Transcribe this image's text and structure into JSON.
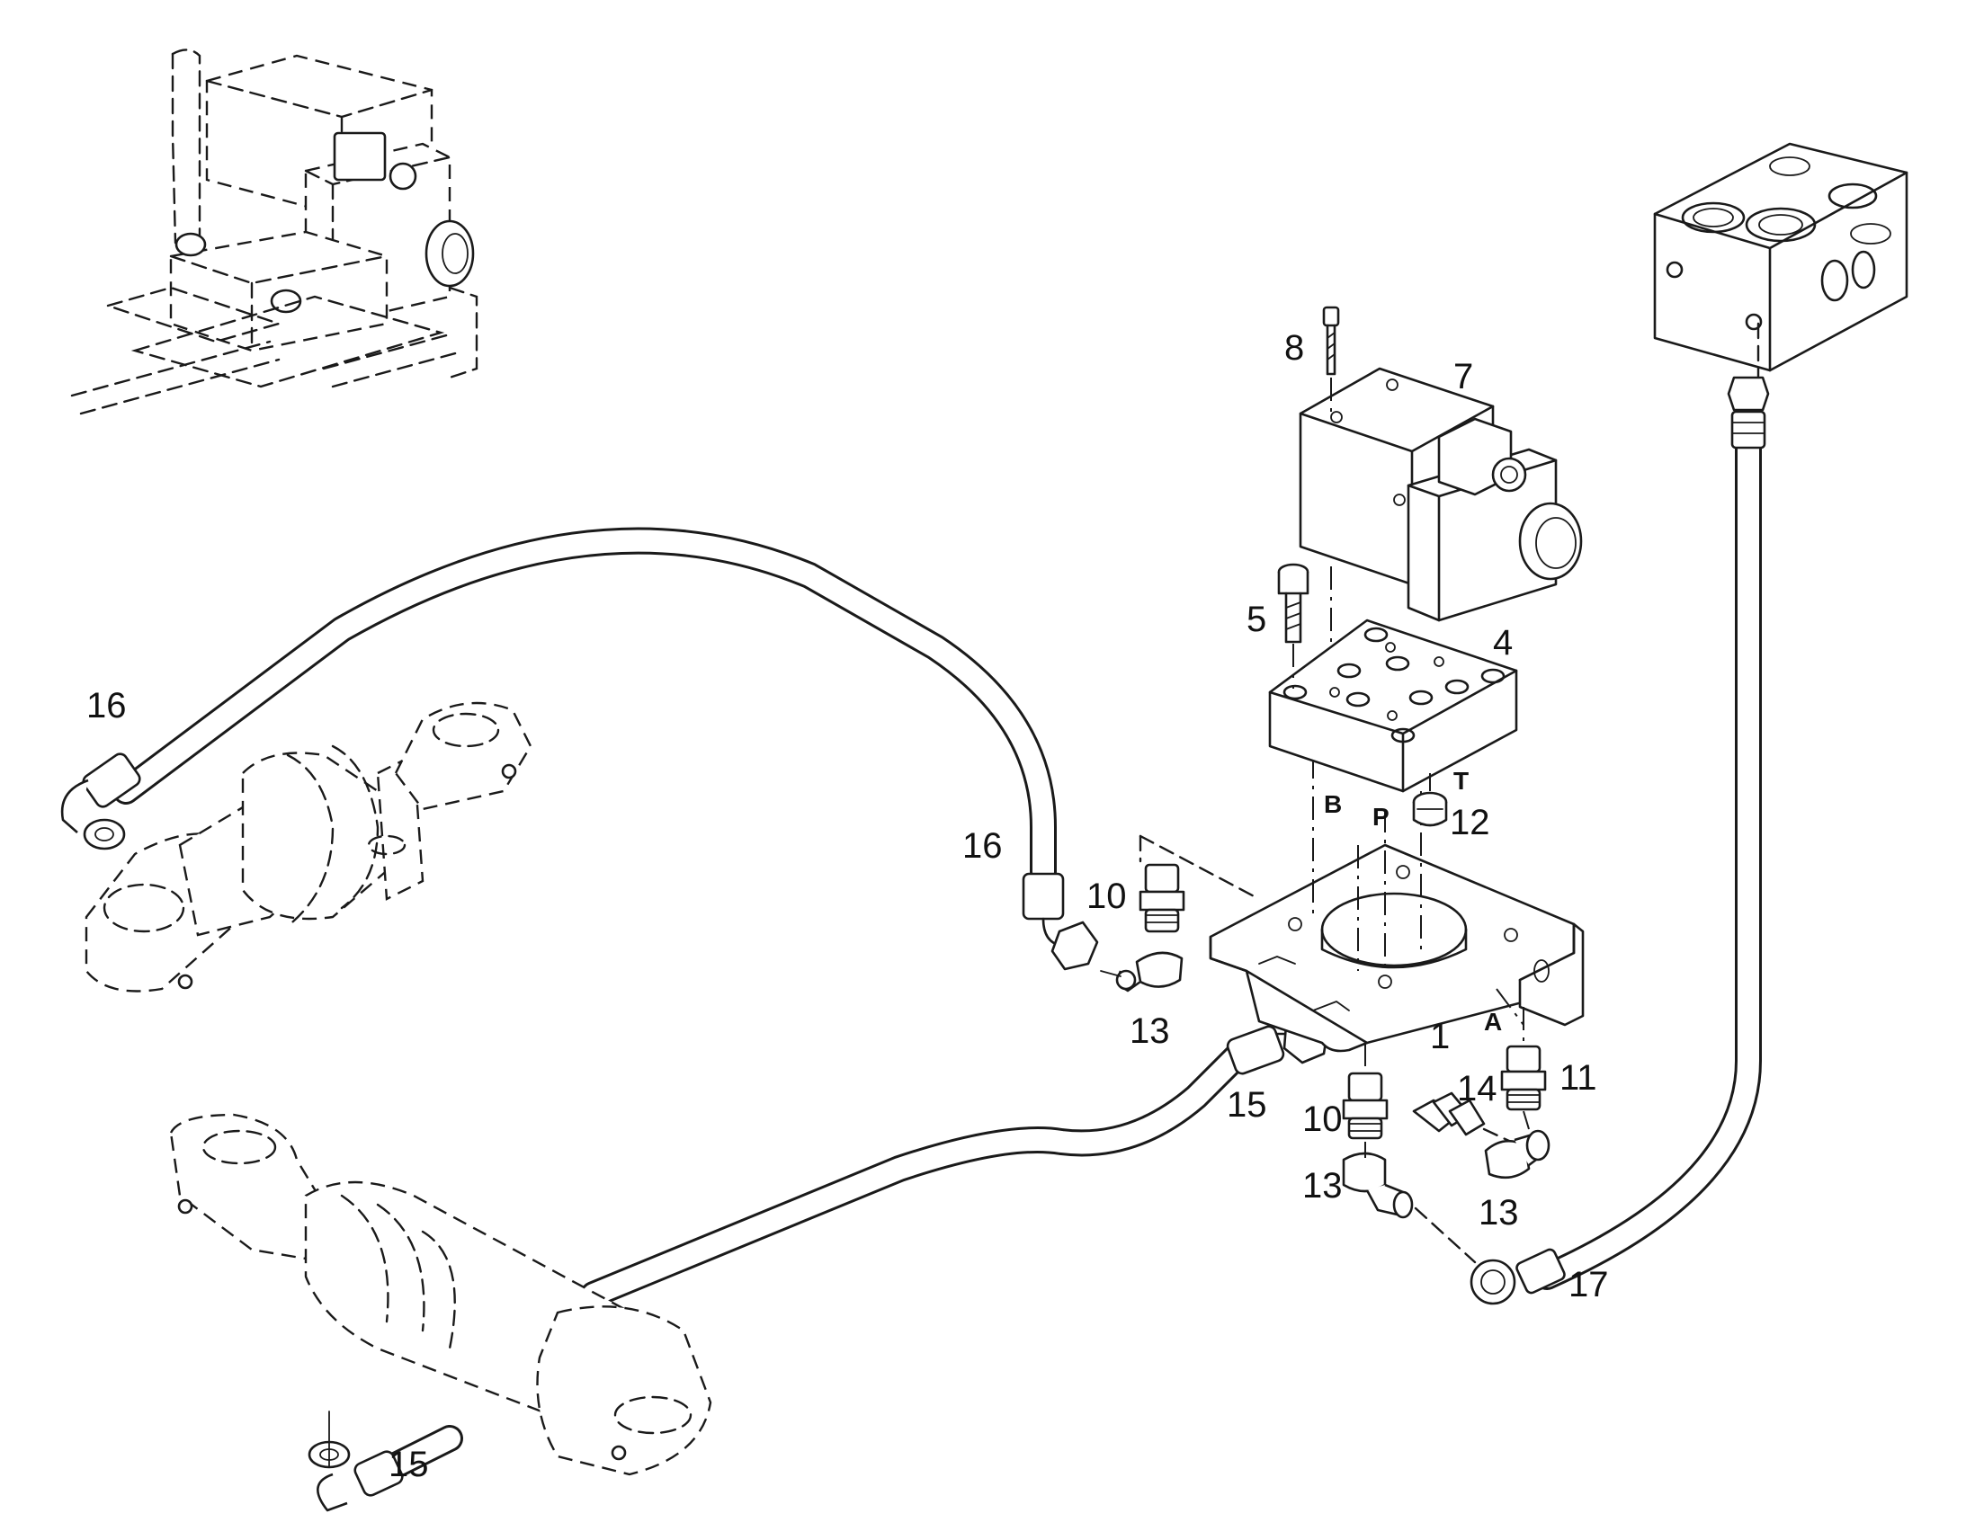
{
  "callouts": {
    "c1": "1",
    "c4": "4",
    "c5": "5",
    "c7": "7",
    "c8": "8",
    "c10a": "10",
    "c10b": "10",
    "c11": "11",
    "c12": "12",
    "c13a": "13",
    "c13b": "13",
    "c13c": "13",
    "c14": "14",
    "c15a": "15",
    "c15b": "15",
    "c16a": "16",
    "c16b": "16",
    "c17": "17"
  },
  "ports": {
    "a": "A",
    "b": "B",
    "p": "P",
    "t": "T"
  }
}
